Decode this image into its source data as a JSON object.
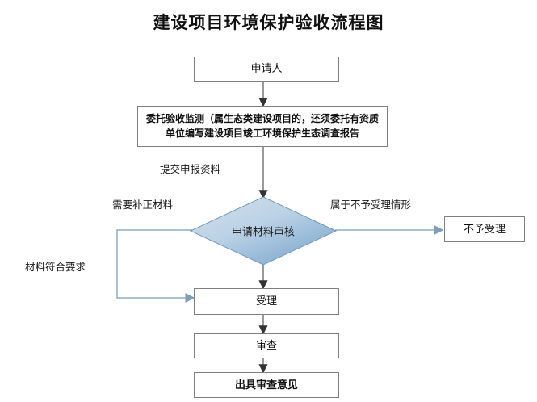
{
  "title": "建设项目环境保护验收流程图",
  "palette": {
    "box_border": "#808080",
    "box_fill": "#ffffff",
    "line": "#8faec4",
    "arrow_dark": "#333333",
    "diamond_light": "#cfdcea",
    "diamond_dark": "#7aa6cc",
    "diamond_border": "#6f99bd",
    "text": "#111111"
  },
  "nodes": {
    "applicant": {
      "label": "申请人"
    },
    "commission": {
      "line1": "委托验收监测（属生态类建设项目的，还须委托有资质",
      "line2": "单位编写建设项目竣工环境保护生态调查报告"
    },
    "review_decision": {
      "label": "申请材料审核"
    },
    "not_accepted": {
      "label": "不予受理"
    },
    "accept": {
      "label": "受理"
    },
    "examine": {
      "label": "审查"
    },
    "issue_opinion": {
      "label": "出具审查意见"
    }
  },
  "edge_labels": {
    "submit": "提交申报资料",
    "need_correction": "需要补正材料",
    "non_acceptance_case": "属于不予受理情形",
    "materials_ok": "材料符合要求"
  },
  "chart_data": {
    "type": "flowchart",
    "title": "建设项目环境保护验收流程图",
    "nodes": [
      {
        "id": "applicant",
        "shape": "rect",
        "text": "申请人"
      },
      {
        "id": "commission",
        "shape": "rect",
        "text": "委托验收监测（属生态类建设项目的，还须委托有资质单位编写建设项目竣工环境保护生态调查报告"
      },
      {
        "id": "review_decision",
        "shape": "diamond",
        "text": "申请材料审核"
      },
      {
        "id": "not_accepted",
        "shape": "rect",
        "text": "不予受理"
      },
      {
        "id": "accept",
        "shape": "rect",
        "text": "受理"
      },
      {
        "id": "examine",
        "shape": "rect",
        "text": "审查"
      },
      {
        "id": "issue_opinion",
        "shape": "rect",
        "text": "出具审查意见"
      }
    ],
    "edges": [
      {
        "from": "applicant",
        "to": "commission",
        "label": ""
      },
      {
        "from": "commission",
        "to": "review_decision",
        "label": "提交申报资料"
      },
      {
        "from": "review_decision",
        "to": "not_accepted",
        "label": "属于不予受理情形"
      },
      {
        "from": "review_decision",
        "to": "accept",
        "label": "需要补正材料 / 材料符合要求"
      },
      {
        "from": "accept",
        "to": "examine",
        "label": ""
      },
      {
        "from": "examine",
        "to": "issue_opinion",
        "label": ""
      }
    ]
  }
}
